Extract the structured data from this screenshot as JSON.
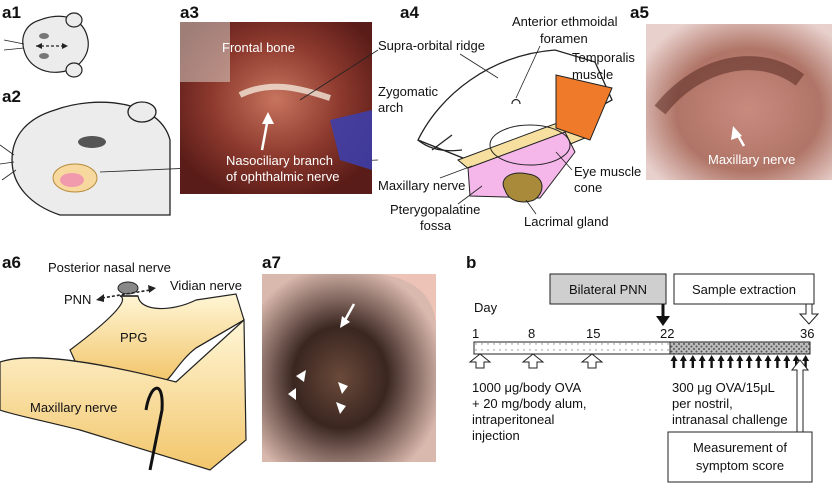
{
  "panels": {
    "a1": {
      "label": "a1"
    },
    "a2": {
      "label": "a2"
    },
    "a3": {
      "label": "a3",
      "frontal_bone": "Frontal bone",
      "nasociliary_1": "Nasociliary branch",
      "nasociliary_2": "of ophthalmic nerve"
    },
    "a4": {
      "label": "a4",
      "supra_orbital": "Supra-orbital ridge",
      "ant_ethmoidal_1": "Anterior ethmoidal",
      "ant_ethmoidal_2": "foramen",
      "temporalis_1": "Temporalis",
      "temporalis_2": "muscle",
      "zygomatic_1": "Zygomatic",
      "zygomatic_2": "arch",
      "maxillary": "Maxillary nerve",
      "eye_cone_1": "Eye muscle",
      "eye_cone_2": "cone",
      "ptery_1": "Pterygopalatine",
      "ptery_2": "fossa",
      "lacrimal": "Lacrimal gland"
    },
    "a5": {
      "label": "a5",
      "maxillary": "Maxillary nerve"
    },
    "a6": {
      "label": "a6",
      "posterior_nasal": "Posterior nasal nerve",
      "pnn": "PNN",
      "vidian": "Vidian nerve",
      "ppg": "PPG",
      "maxillary": "Maxillary nerve"
    },
    "a7": {
      "label": "a7"
    },
    "b": {
      "label": "b",
      "day": "Day",
      "bilateral_pnn": "Bilateral PNN",
      "sample_extraction": "Sample extraction",
      "days": [
        "1",
        "8",
        "15",
        "22",
        "36"
      ],
      "ip_1": "1000 μg/body  OVA",
      "ip_2": "+ 20 mg/body alum,",
      "ip_3": "intraperitoneal",
      "ip_4": "injection",
      "in_1": "300 μg OVA/15μL",
      "in_2": "per nostril,",
      "in_3": "intranasal challenge",
      "measure_1": "Measurement of",
      "measure_2": "symptom score"
    }
  }
}
